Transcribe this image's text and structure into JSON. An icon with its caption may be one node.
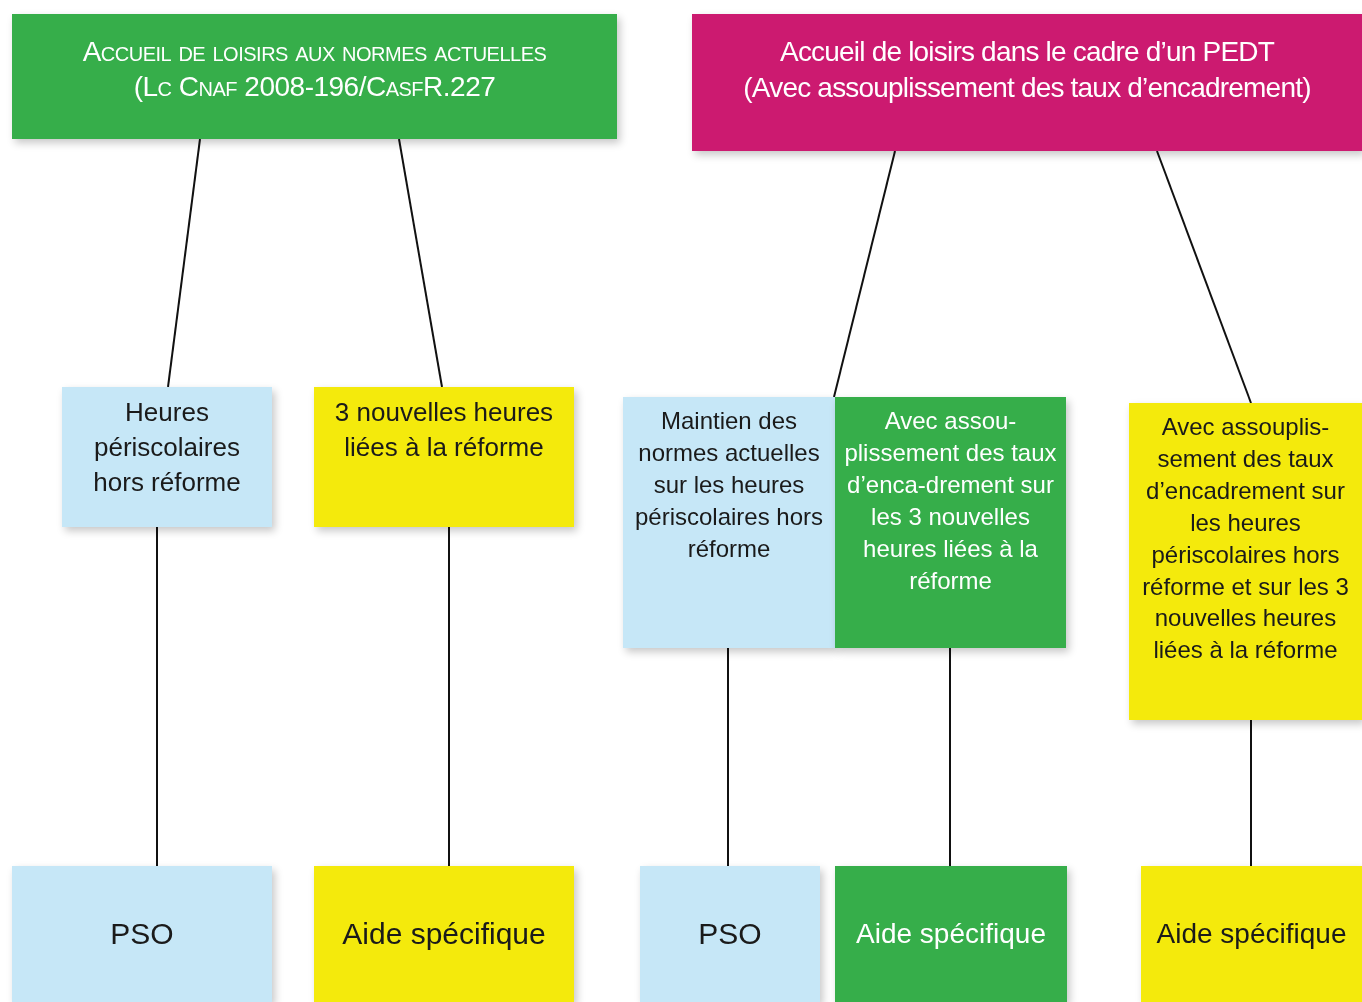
{
  "diagram": {
    "nodes": [
      {
        "text": [
          "Accueil de loisirs aux normes actuelles",
          "(Lc Cnaf 2008-196/CasfR.227"
        ]
      },
      {
        "text": [
          "Accueil de loisirs dans le cadre d’un PEDT",
          "(Avec assouplissement des taux d’encadrement)"
        ]
      },
      {
        "text": [
          "Heures périscolaires hors réforme"
        ]
      },
      {
        "text": [
          "3 nouvelles heures liées à la réforme"
        ]
      },
      {
        "text": [
          "Maintien des normes actuelles sur les heures périscolaires hors réforme"
        ]
      },
      {
        "text": [
          "Avec assou-plissement des taux d’enca-drement sur les 3 nouvelles heures liées à la réforme"
        ]
      },
      {
        "text": [
          "Avec assouplis-sement des taux d’encadrement sur les heures périscolaires hors réforme et sur les 3 nouvelles heures liées à la réforme"
        ]
      },
      {
        "text": [
          "PSO"
        ]
      },
      {
        "text": [
          "Aide spécifique"
        ]
      },
      {
        "text": [
          "PSO"
        ]
      },
      {
        "text": [
          "Aide spécifique"
        ]
      },
      {
        "text": [
          "Aide spécifique"
        ]
      }
    ],
    "edges": [
      {
        "from": 0,
        "to": 2,
        "arrow": "none"
      },
      {
        "from": 0,
        "to": 3,
        "arrow": "none"
      },
      {
        "from": 1,
        "to": 4,
        "arrow": "none"
      },
      {
        "from": 1,
        "to": 6,
        "arrow": "none"
      },
      {
        "from": 2,
        "to": 7,
        "arrow": "none"
      },
      {
        "from": 3,
        "to": 8,
        "arrow": "none"
      },
      {
        "from": 4,
        "to": 9,
        "arrow": "none"
      },
      {
        "from": 5,
        "to": 10,
        "arrow": "none"
      },
      {
        "from": 6,
        "to": 11,
        "arrow": "none"
      }
    ]
  }
}
